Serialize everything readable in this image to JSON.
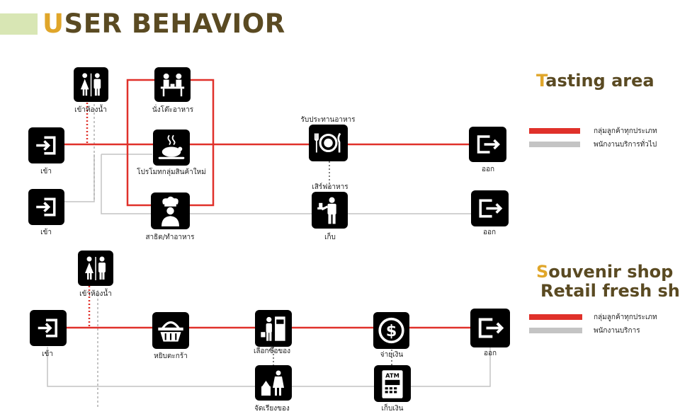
{
  "title": {
    "first": "U",
    "rest": "SER BEHAVIOR"
  },
  "tasting": {
    "title_first": "T",
    "title_rest": "asting  area",
    "legend": [
      {
        "label": "กลุ่มลูกค้าทุกประเภท",
        "color": "#e0312a"
      },
      {
        "label": "พนักงานบริการทั่วไป",
        "color": "#c4c4c4"
      }
    ],
    "labels": {
      "enter1": "เข้า",
      "enter2": "เข้า",
      "restroom": "เข้าห้องน้ำ",
      "dining": "นั่งโต๊ะอาหาร",
      "promo": "โปรโมทกลุ่มสินค้าใหม่",
      "chef": "สาธิต/ทำอาหาร",
      "eat": "รับประทานอาหาร",
      "serve": "เสิร์ฟอาหาร",
      "clear": "เก็บ",
      "exit1": "ออก",
      "exit2": "ออก"
    }
  },
  "souvenir": {
    "title_line1_first": "S",
    "title_line1_rest": "ouvenir shop &",
    "title_line2": "Retail fresh shop",
    "legend": [
      {
        "label": "กลุ่มลูกค้าทุกประเภท",
        "color": "#e0312a"
      },
      {
        "label": "พนักงานบริการ",
        "color": "#c4c4c4"
      }
    ],
    "labels": {
      "enter": "เข้า",
      "restroom": "เข้าห้องน้ำ",
      "basket": "หยิบตะกร้า",
      "select": "เลือกซื้อของ",
      "pay": "จ่ายเงิน",
      "exit": "ออก",
      "stock": "จัดเรียงของ",
      "cash": "เก็บเงิน"
    }
  }
}
